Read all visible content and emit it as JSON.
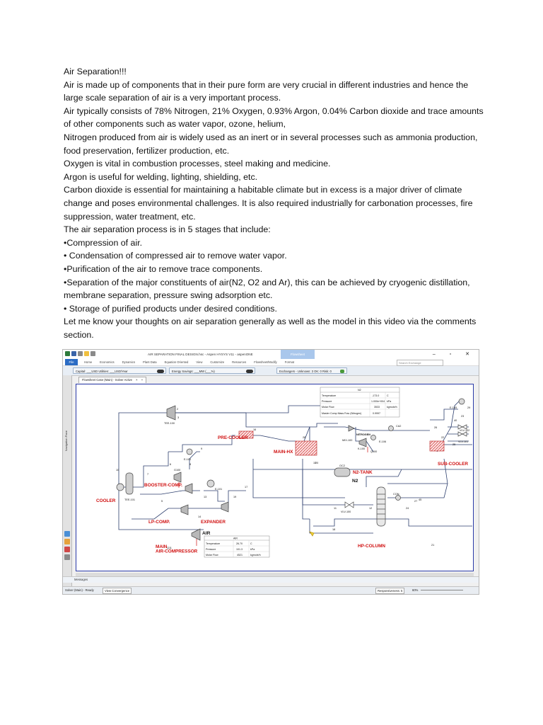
{
  "document": {
    "paragraphs": [
      "Air Separation!!!",
      "Air is made up of components that in their pure form are very crucial in different industries and hence the large scale separation of air is a very important process.",
      "Air typically consists of 78% Nitrogen, 21% Oxygen, 0.93% Argon, 0.04% Carbon dioxide and trace amounts of other components such as water vapor, ozone, helium,",
      "Nitrogen produced from air is widely used as an inert or in several processes such as ammonia production, food preservation, fertilizer production, etc.",
      "Oxygen is vital in combustion processes, steel making and medicine.",
      "Argon is useful for welding, lighting, shielding, etc.",
      "Carbon dioxide is essential for maintaining a habitable climate but in excess is a major driver of climate change and poses environmental challenges. It is also required industrially for carbonation processes, fire suppression, water treatment, etc.",
      "The air separation process is in 5 stages that include:",
      "•Compression of air.",
      "• Condensation of compressed air to remove water vapor.",
      "•Purification of the air to remove trace components.",
      "•Separation of the major constituents of air(N2, O2 and Ar), this can be achieved by cryogenic distillation, membrane separation, pressure swing adsorption etc.",
      "• Storage of purified products under desired conditions.",
      "Let me know your thoughts on air separation generally as well as the model in this video via the comments section."
    ]
  },
  "app": {
    "window_title": "AIR SEPARATION FINAL DESIGN.hsc - Aspen HYSYS V11 - aspenONE",
    "context_tab": "Flowsheet",
    "window_controls": "–  ▫  ✕",
    "file_tab": "File",
    "menus": [
      "Home",
      "Economics",
      "Dynamics",
      "Plant Data",
      "Equation Oriented",
      "View",
      "Customize",
      "Resources",
      "Flowsheet/Modify",
      "Format"
    ],
    "search_placeholder": "Search Exchange",
    "ribbon": {
      "costs": "Capital: ___USD  Utilities: ___USD/Year",
      "energy": "Energy Savings: ___MW  (___%)",
      "exchangers": "Exchangers - Unknown: 3   OK: 0   Risk: 0"
    },
    "flowsheet_tab": "Flowsheet Case (Main) - Solver Active",
    "tab_close": "×",
    "tab_add": "+",
    "nav_pane_label": "Navigation Pane",
    "messages_label": "Messages",
    "status": {
      "solver": "Solver (Main) - Ready",
      "view_convergence": "View Convergence",
      "responsiveness": "Responsiveness: 5",
      "zoom": "60%"
    },
    "colors": {
      "accent": "#2b6cc4",
      "canvas_border": "#2a3aa8",
      "label_red": "#d01010"
    }
  },
  "flowsheet": {
    "unit_labels": {
      "pre_cooler": "PRE-COOLER",
      "main_hx": "MAIN-HX",
      "booster": "BOOSTER-COMP.",
      "cooler": "COOLER",
      "lp_comp": "LP-COMP.",
      "expander": "EXPANDER",
      "main_comp": "MAIN\nAIR-COMPRESSOR",
      "sub_cooler": "SUB-COOLER",
      "n2_tank": "N2-TANK",
      "hp_column": "HP-COLUMN"
    },
    "stream_labels": {
      "air": "AIR",
      "n2": "N2",
      "nitrogen": "NITROGEN",
      "oc2": "OC2",
      "q_main": "Q11",
      "tee_100": "TEE-100",
      "tee_101": "TEE-101",
      "e100": "E-100",
      "e101": "E-101",
      "e105": "E-105",
      "e106": "E-106",
      "k100": "K-100",
      "q100": "Q100",
      "g100": "G100",
      "vlv100": "VLV-100",
      "vlv101": "VLV-101",
      "vlv102": "VLV-102",
      "mix100": "MIX-100",
      "con": "CON",
      "ca2": "CA2",
      "num_16": "16",
      "num_15": "15",
      "num_17": "17",
      "num_11": "11",
      "num_12": "12",
      "num_18": "18",
      "num_20": "20",
      "num_21": "21",
      "num_22": "22",
      "num_23": "23",
      "num_24": "24",
      "num_25": "25",
      "num_26": "26",
      "num_27": "27",
      "num_28": "28",
      "num_29": "29",
      "num_40": "40",
      "num_45": "45",
      "num_2": "2",
      "num_3": "3",
      "num_5": "5",
      "num_6": "6",
      "num_7": "7",
      "num_8": "8",
      "num_9": "9",
      "num_10": "10",
      "num_13": "13",
      "num_14": "14",
      "num_19": "19"
    },
    "n2_table": {
      "header": "N2",
      "rows": [
        [
          "Temperature",
          "-173.0",
          "C"
        ],
        [
          "Pressure",
          "1.000e+004",
          "kPa"
        ],
        [
          "Molar Flow",
          "3533",
          "kgmole/h"
        ],
        [
          "Master Comp Mass Frac (Nitrogen)",
          "0.9997",
          ""
        ]
      ]
    },
    "air_table": {
      "header": "AIR",
      "rows": [
        [
          "Temperature",
          "26.70",
          "C"
        ],
        [
          "Pressure",
          "101.3",
          "kPa"
        ],
        [
          "Molar Flow",
          "4521",
          "kgmole/h"
        ]
      ]
    }
  }
}
